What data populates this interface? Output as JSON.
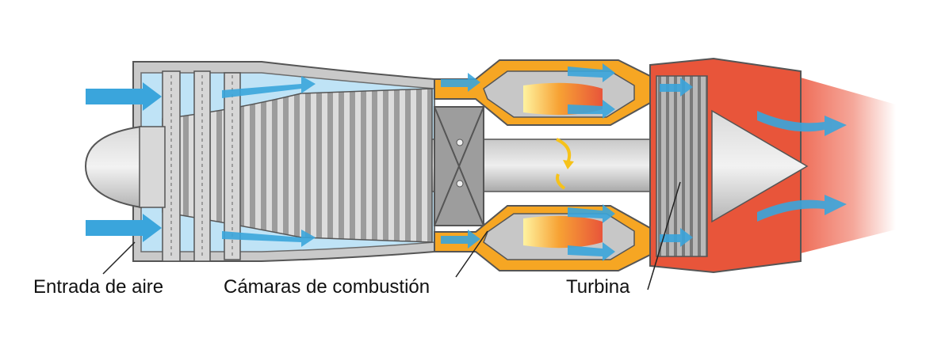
{
  "labels": {
    "air_intake": "Entrada de aire",
    "combustion_chambers": "Cámaras de combustión",
    "turbine": "Turbina"
  },
  "colors": {
    "casing_gray": "#b8b8b8",
    "dark_gray": "#6e6e6e",
    "light_gray": "#e2e2e2",
    "airflow_blue": "#3aa5dc",
    "light_blue": "#bfe3f6",
    "combustor_orange": "#f6a623",
    "flame_orange": "#f07a2a",
    "turbine_red": "#e8553a",
    "exhaust_red": "#f28b78"
  },
  "icons": [
    "intake-arrow",
    "flow-arrow",
    "rotation-arrow",
    "leader-line"
  ]
}
